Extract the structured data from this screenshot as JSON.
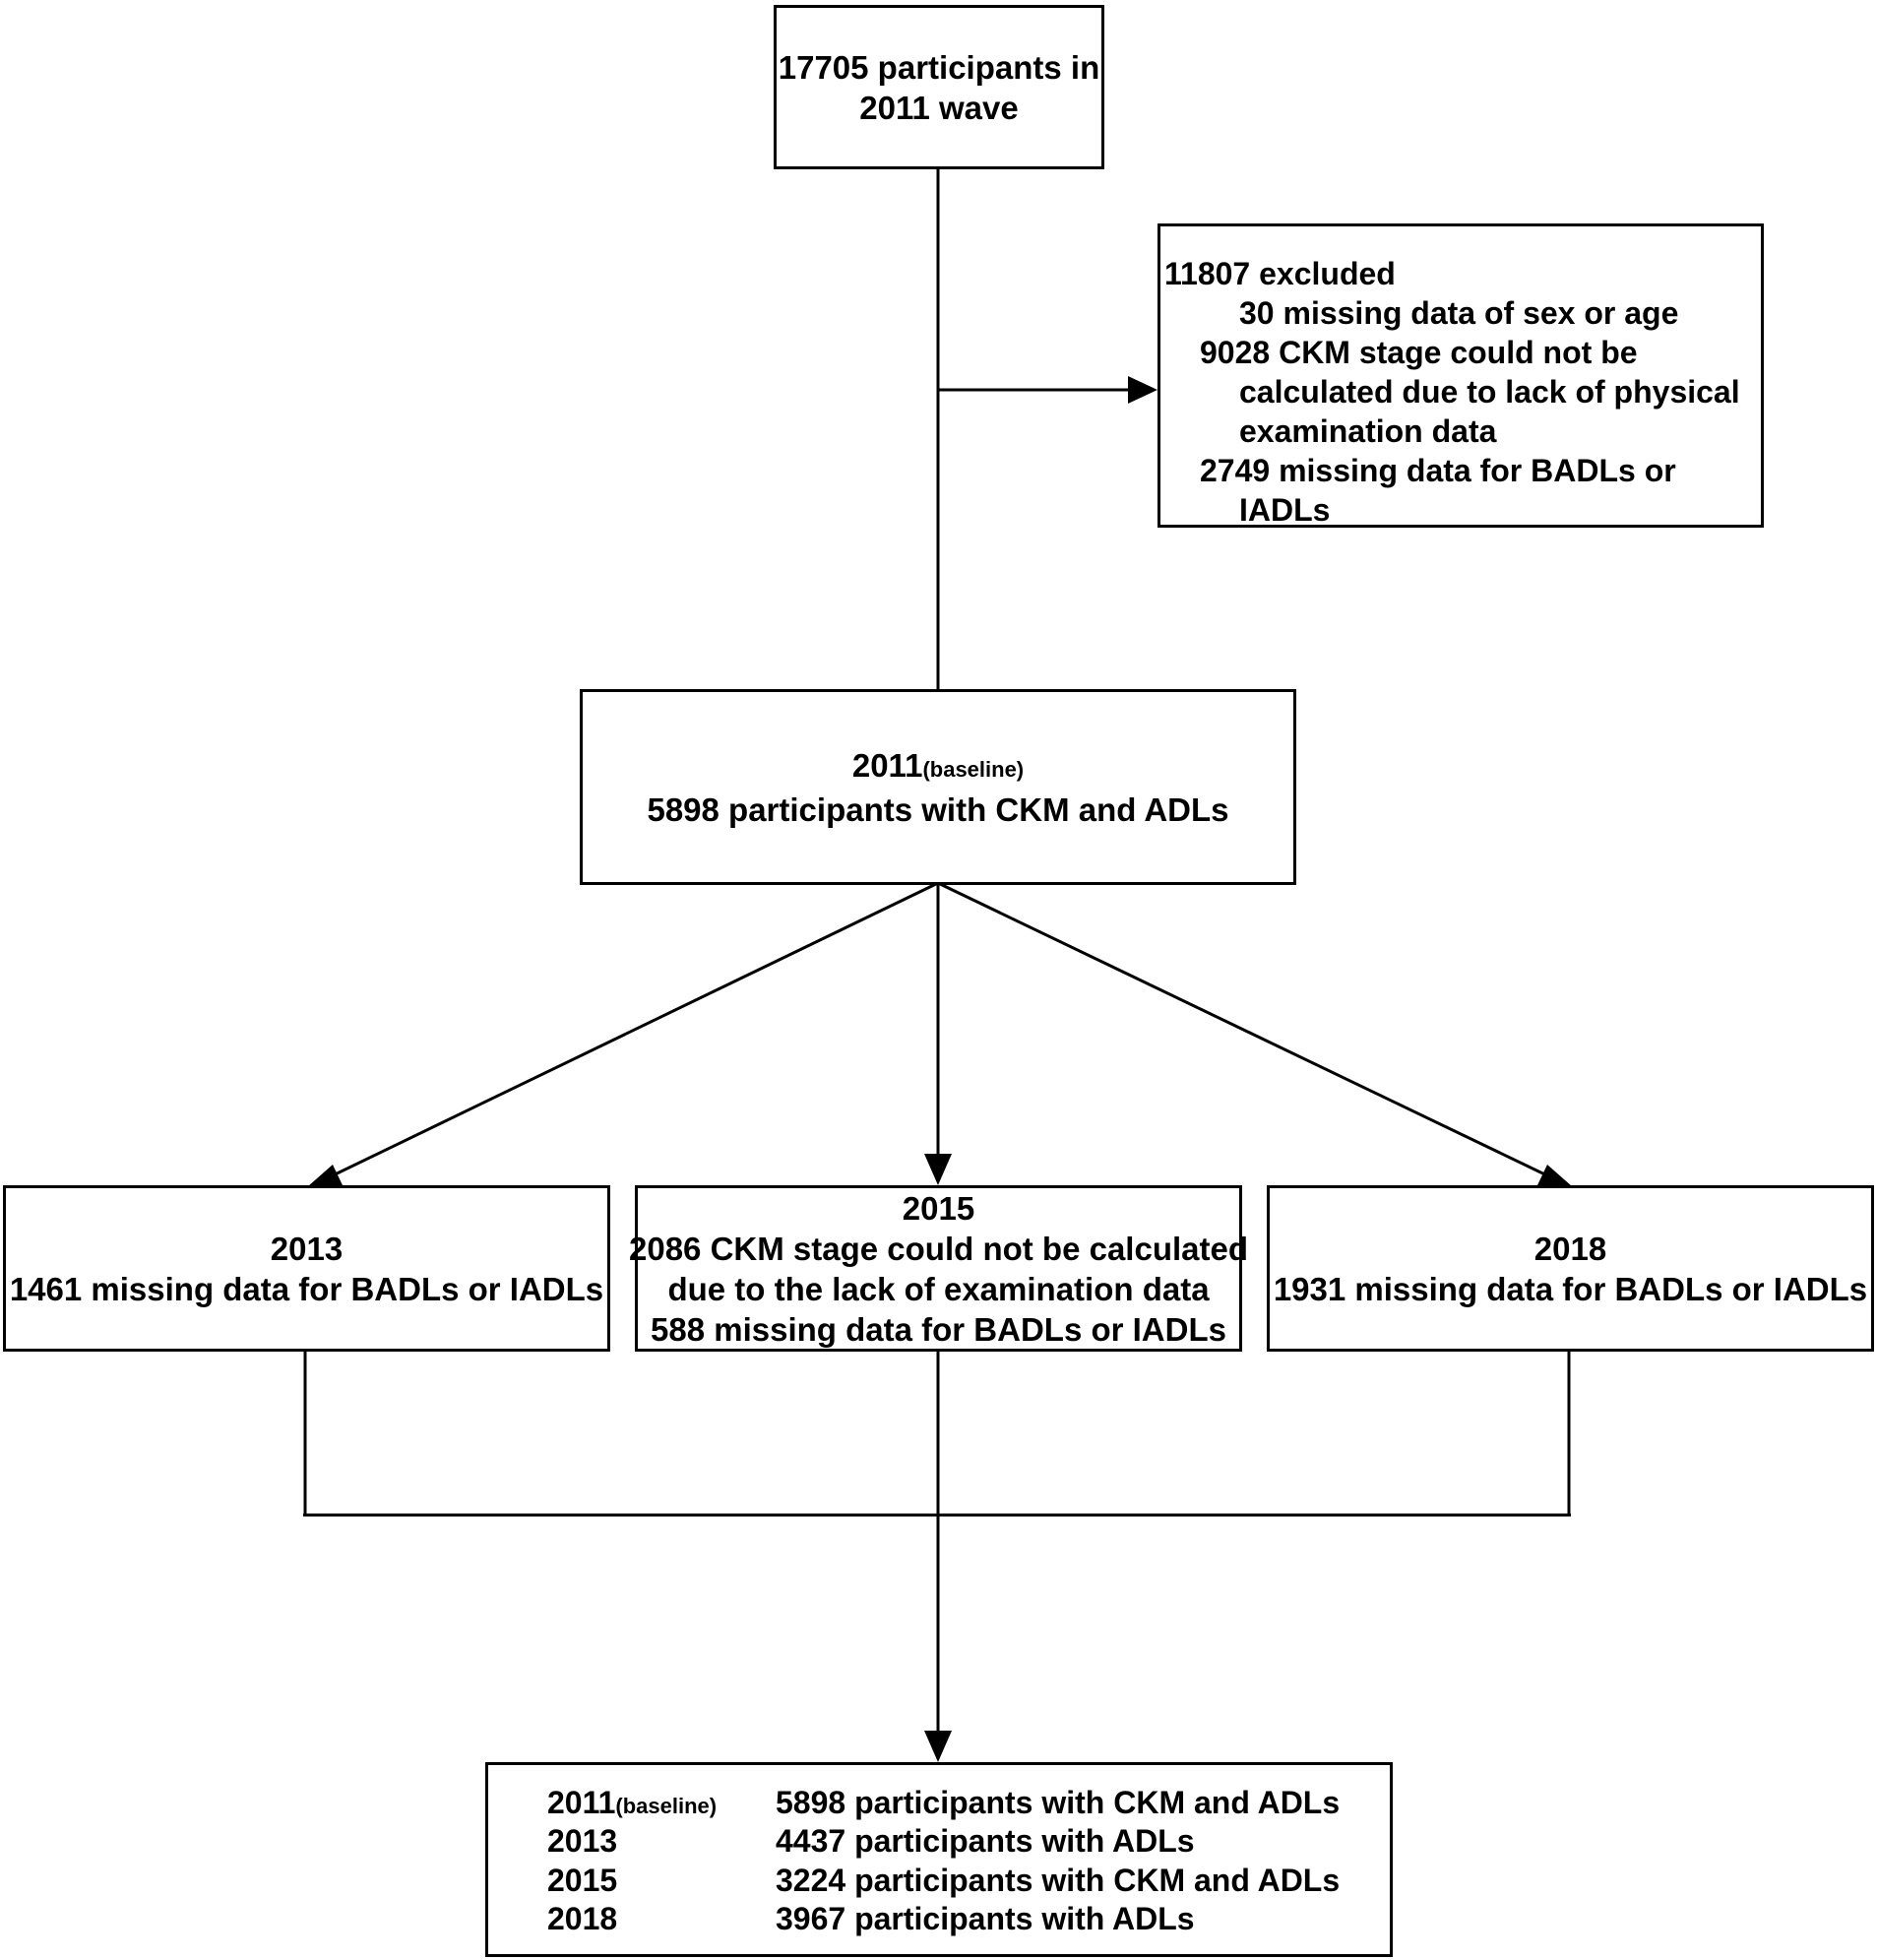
{
  "start": {
    "line1": "17705 participants in",
    "line2": "2011 wave"
  },
  "excluded": {
    "title": "11807 excluded",
    "items": [
      "30 missing data of sex or age",
      "9028 CKM stage could not be",
      "calculated due to lack of physical",
      "examination data",
      "2749 missing data for BADLs or",
      "IADLs"
    ]
  },
  "baseline": {
    "year": "2011",
    "tag": "(baseline)",
    "text": "5898 participants with CKM and ADLs"
  },
  "wave2013": {
    "year": "2013",
    "text": "1461 missing data for BADLs or IADLs"
  },
  "wave2015": {
    "year": "2015",
    "line1": "2086 CKM stage could not be calculated",
    "line2": "due to the lack of examination data",
    "line3": "588 missing data for BADLs or IADLs"
  },
  "wave2018": {
    "year": "2018",
    "text": "1931 missing data for BADLs or IADLs"
  },
  "summary": {
    "rows": [
      {
        "year": "2011",
        "tag": "(baseline)",
        "text": "5898 participants with CKM and ADLs"
      },
      {
        "year": "2013",
        "tag": "",
        "text": "4437 participants with ADLs"
      },
      {
        "year": "2015",
        "tag": "",
        "text": "3224 participants with CKM and ADLs"
      },
      {
        "year": "2018",
        "tag": "",
        "text": "3967 participants with ADLs"
      }
    ]
  }
}
